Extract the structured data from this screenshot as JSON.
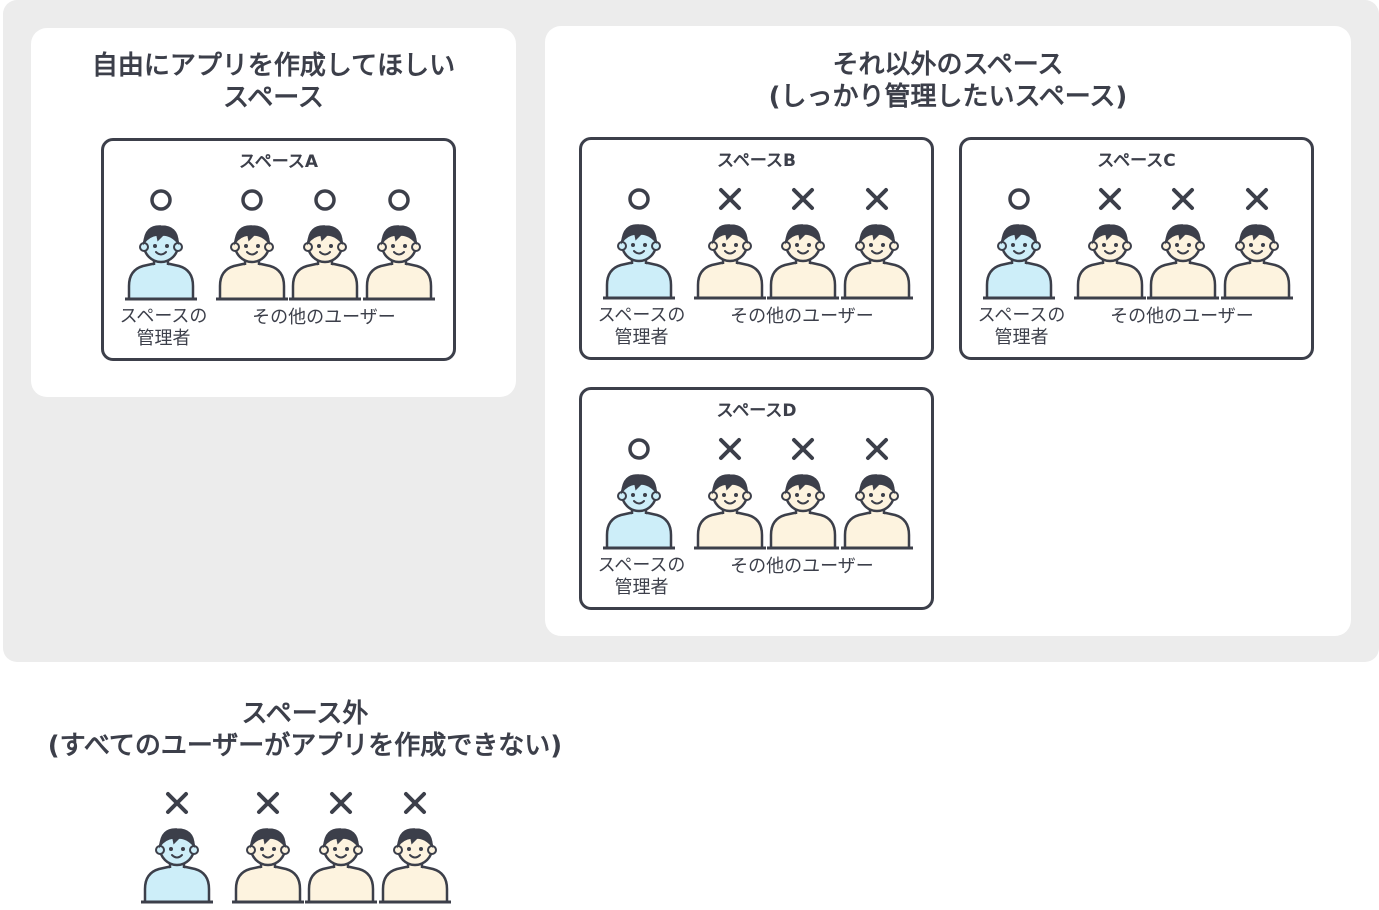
{
  "panels": {
    "free": {
      "title_line1": "自由にアプリを作成してほしい",
      "title_line2": "スペース"
    },
    "managed": {
      "title_line1": "それ以外のスペース",
      "title_line2": "(しっかり管理したいスペース)"
    }
  },
  "spaces": [
    {
      "title": "スペースA",
      "admin_label_line1": "スペースの",
      "admin_label_line2": "管理者",
      "others_label": "その他のユーザー",
      "marks": [
        "circle",
        "circle",
        "circle",
        "circle"
      ]
    },
    {
      "title": "スペースB",
      "admin_label_line1": "スペースの",
      "admin_label_line2": "管理者",
      "others_label": "その他のユーザー",
      "marks": [
        "circle",
        "cross",
        "cross",
        "cross"
      ]
    },
    {
      "title": "スペースC",
      "admin_label_line1": "スペースの",
      "admin_label_line2": "管理者",
      "others_label": "その他のユーザー",
      "marks": [
        "circle",
        "cross",
        "cross",
        "cross"
      ]
    },
    {
      "title": "スペースD",
      "admin_label_line1": "スペースの",
      "admin_label_line2": "管理者",
      "others_label": "その他のユーザー",
      "marks": [
        "circle",
        "cross",
        "cross",
        "cross"
      ]
    }
  ],
  "outside": {
    "title_line1": "スペース外",
    "title_line2": "(すべてのユーザーがアプリを作成できない)",
    "marks": [
      "cross",
      "cross",
      "cross",
      "cross"
    ]
  },
  "colors": {
    "admin_fill": "#cdeef9",
    "user_fill": "#fdf3df",
    "ink": "#3c3f4a",
    "background": "#ececec"
  }
}
